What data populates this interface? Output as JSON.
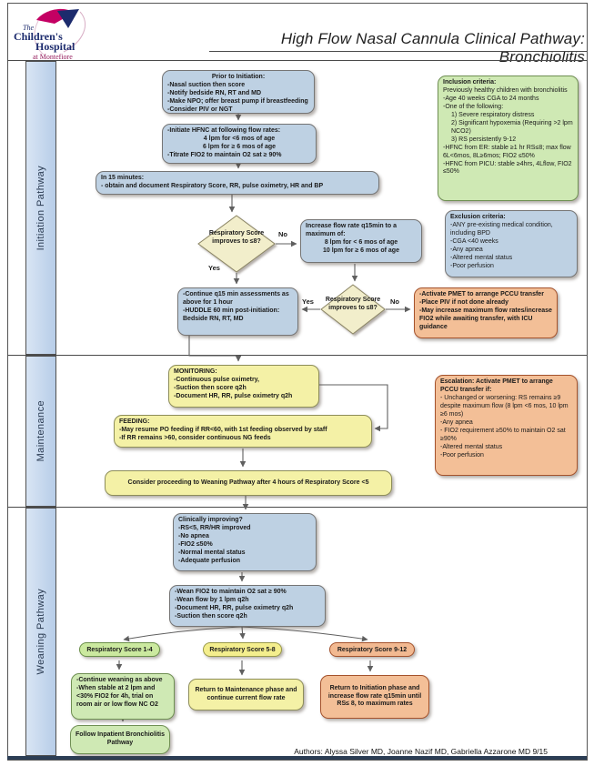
{
  "header": {
    "logo": {
      "the": "The",
      "childrens": "Children's",
      "hospital": "Hospital",
      "at_montefiore": "at Montefiore"
    },
    "title": "High Flow Nasal Cannula Clinical Pathway: Bronchiolitis"
  },
  "sidebar": {
    "initiation": "Initiation Pathway",
    "maintenance": "Maintenance",
    "weaning": "Weaning Pathway"
  },
  "nodes": {
    "prior": {
      "title": "Prior to Initiation:",
      "lines": [
        "-Nasal suction then score",
        "-Notify bedside RN, RT and MD",
        "-Make NPO; offer breast pump if breastfeeding",
        "-Consider PIV or NGT"
      ]
    },
    "initiate": {
      "lines": [
        "-Initiate HFNC at following flow rates:",
        "4 lpm for <6 mos of age",
        "6 lpm for ≥ 6 mos of age",
        "-Titrate FIO2 to maintain O2 sat ≥ 90%"
      ]
    },
    "in15": {
      "lines": [
        "In 15 minutes:",
        "- obtain and document Respiratory Score, RR, pulse oximetry, HR and BP"
      ]
    },
    "decision1": {
      "text": "Respiratory Score improves to ≤8?"
    },
    "increase": {
      "lines": [
        "Increase flow rate q15min to a maximum of:",
        "8 lpm for < 6 mos of age",
        "10 lpm for ≥ 6 mos of age"
      ]
    },
    "continue": {
      "lines": [
        "-Continue q15 min assessments as above for 1 hour",
        "-HUDDLE 60 min post-initiation:",
        "Bedside RN, RT, MD"
      ]
    },
    "decision2": {
      "text": "Respiratory Score improves to ≤8?"
    },
    "pmet": {
      "lines": [
        "-Activate PMET  to arrange PCCU transfer",
        "-Place PIV if not done already",
        "-May increase maximum flow rates/increase FIO2 while awaiting transfer, with ICU guidance"
      ]
    },
    "inclusion": {
      "title": "Inclusion criteria:",
      "lines": [
        "Previously healthy children with bronchiolitis",
        "-Age 40 weeks CGA to 24 months",
        "-One of the following:",
        "1) Severe respiratory distress",
        "2) Significant hypoxemia (Requiring >2 lpm NCO2)",
        "3) RS persistently 9-12",
        "-HFNC from ER: stable ≥1 hr RS≤8; max flow 6L<6mos, 8L≥6mos; FIO2 ≤50%",
        "-HFNC from PICU: stable ≥4hrs, 4Lflow, FIO2 ≤50%"
      ]
    },
    "exclusion": {
      "title": "Exclusion criteria:",
      "lines": [
        "-ANY pre-existing medical condition, including BPD",
        "-CGA <40 weeks",
        "-Any apnea",
        "-Altered mental status",
        "-Poor perfusion"
      ]
    },
    "monitoring": {
      "title": "MONITORING:",
      "lines": [
        "-Continuous pulse oximetry,",
        "-Suction then score q2h",
        "-Document HR, RR, pulse oximetry q2h"
      ]
    },
    "feeding": {
      "title": "FEEDING:",
      "lines": [
        "-May resume PO feeding if RR<60, with 1st feeding observed by staff",
        "-If RR remains >60, consider continuous NG feeds"
      ]
    },
    "consider": {
      "text": "Consider proceeding  to Weaning Pathway after 4 hours of Respiratory Score <5"
    },
    "escalation": {
      "title": "Escalation: Activate PMET to arrange PCCU transfer if:",
      "lines": [
        "- Unchanged or worsening: RS remains ≥9 despite maximum flow (8 lpm <6 mos, 10 lpm ≥6 mos)",
        "-Any apnea",
        "- FIO2 requirement ≥50% to maintain O2 sat ≥90%",
        "-Altered mental status",
        "-Poor perfusion"
      ]
    },
    "clinically": {
      "title": "Clinically improving?",
      "lines": [
        "-RS<5, RR/HR improved",
        "-No apnea",
        "-FIO2 ≤50%",
        "-Normal mental status",
        "-Adequate perfusion"
      ]
    },
    "wean": {
      "lines": [
        "-Wean FIO2 to maintain O2 sat ≥ 90%",
        "-Wean flow by 1 lpm q2h",
        "-Document HR, RR, pulse oximetry q2h",
        "-Suction then score q2h"
      ]
    },
    "score14": {
      "label": "Respiratory Score 1-4"
    },
    "score58": {
      "label": "Respiratory Score 5-8"
    },
    "score912": {
      "label": "Respiratory Score 9-12"
    },
    "weaning_continue": {
      "lines": [
        "-Continue weaning as above",
        "-When stable at 2 lpm and <30% FIO2 for 4h, trial on room air or low flow NC O2"
      ]
    },
    "return_maintenance": {
      "text": "Return to Maintenance phase and continue current flow rate"
    },
    "return_initiation": {
      "text": "Return to Initiation phase and increase flow rate q15min until RS≤ 8, to maximum rates"
    },
    "follow": {
      "text": "Follow Inpatient Bronchiolitis Pathway"
    }
  },
  "edge_labels": {
    "no1": "No",
    "yes1": "Yes",
    "yes2": "Yes",
    "no2": "No"
  },
  "footer": {
    "authors": "Authors: Alyssa Silver MD, Joanne Nazif MD, Gabriella Azzarone MD 9/15"
  },
  "colors": {
    "box_blue": "#bed1e3",
    "box_yellow": "#f4f1a6",
    "box_green": "#cfe9b4",
    "box_orange": "#f3bf97",
    "diamond_cream": "#f2eecb",
    "sidebar_blue": "#c3d6ec",
    "logo_navy": "#1c2b6d",
    "logo_magenta": "#c40063",
    "rule_navy": "#2c3e55"
  }
}
